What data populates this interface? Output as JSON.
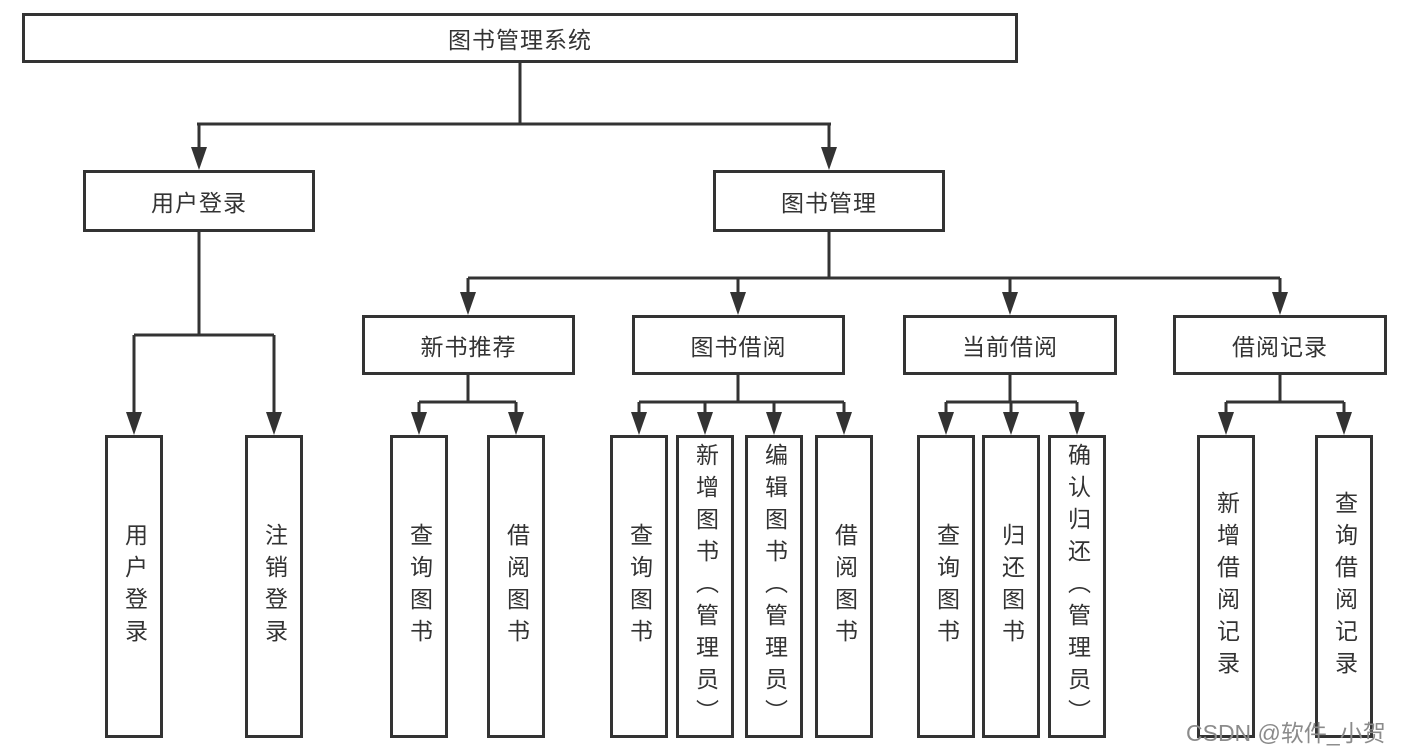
{
  "diagram": {
    "root": "图书管理系统",
    "branches": [
      {
        "label": "用户登录",
        "children": [
          "用户登录",
          "注销登录"
        ]
      },
      {
        "label": "图书管理",
        "groups": [
          {
            "label": "新书推荐",
            "children": [
              "查询图书",
              "借阅图书"
            ]
          },
          {
            "label": "图书借阅",
            "children": [
              "查询图书",
              "新增图书（管理员）",
              "编辑图书（管理员）",
              "借阅图书"
            ]
          },
          {
            "label": "当前借阅",
            "children": [
              "查询图书",
              "归还图书",
              "确认归还（管理员）"
            ]
          },
          {
            "label": "借阅记录",
            "children": [
              "新增借阅记录",
              "查询借阅记录"
            ]
          }
        ]
      }
    ],
    "colors": {
      "line": "#333333",
      "text": "#333333",
      "watermark": "#8b8b8b"
    },
    "watermark": "CSDN @软件_小贺同学"
  }
}
